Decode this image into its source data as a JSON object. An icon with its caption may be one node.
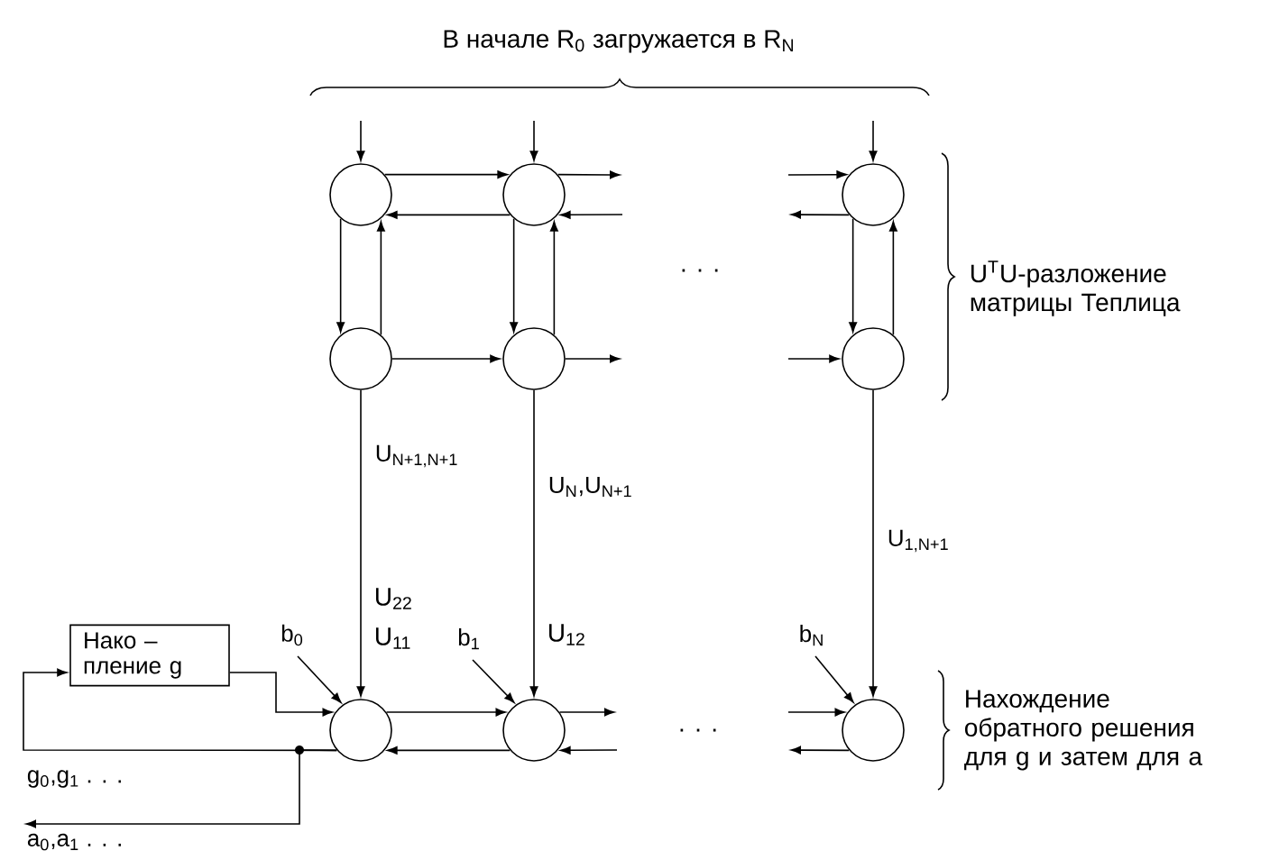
{
  "diagram": {
    "nodes": [
      {
        "text": [],
        "shape": "circle"
      },
      {
        "text": [],
        "shape": "circle"
      },
      {
        "text": [],
        "shape": "circle"
      },
      {
        "text": [],
        "shape": "circle"
      },
      {
        "text": [],
        "shape": "circle"
      },
      {
        "text": [],
        "shape": "circle"
      },
      {
        "text": [],
        "shape": "circle"
      },
      {
        "text": [],
        "shape": "circle"
      },
      {
        "text": [],
        "shape": "circle"
      },
      {
        "text": [
          "Нако – пление g"
        ]
      }
    ],
    "edges": [
      {
        "from": null,
        "to": 0,
        "arrow": "to"
      },
      {
        "from": null,
        "to": 1,
        "arrow": "to"
      },
      {
        "from": null,
        "to": 2,
        "arrow": "to"
      },
      {
        "from": 0,
        "to": 1,
        "arrow": "to"
      },
      {
        "from": 1,
        "to": 0,
        "arrow": "to"
      },
      {
        "from": 1,
        "to": null,
        "arrow": "to"
      },
      {
        "from": null,
        "to": 1,
        "arrow": "to"
      },
      {
        "from": null,
        "to": 2,
        "arrow": "to"
      },
      {
        "from": 2,
        "to": null,
        "arrow": "to"
      },
      {
        "from": 0,
        "to": 3,
        "arrow": "to"
      },
      {
        "from": 3,
        "to": 0,
        "arrow": "to"
      },
      {
        "from": 1,
        "to": 4,
        "arrow": "to"
      },
      {
        "from": 4,
        "to": 1,
        "arrow": "to"
      },
      {
        "from": 2,
        "to": 5,
        "arrow": "to"
      },
      {
        "from": 5,
        "to": 2,
        "arrow": "to"
      },
      {
        "from": 3,
        "to": 4,
        "arrow": "to"
      },
      {
        "from": 4,
        "to": null,
        "arrow": "to"
      },
      {
        "from": null,
        "to": 5,
        "arrow": "to"
      },
      {
        "from": 3,
        "to": 6,
        "arrow": "to",
        "label": "U$_{N+1,N+1}$"
      },
      {
        "from": 4,
        "to": 7,
        "arrow": "to",
        "label": "U$_{N}$,U$_{N+1}$"
      },
      {
        "from": 5,
        "to": 8,
        "arrow": "to",
        "label": "U$_{1,N+1}$"
      },
      {
        "from": null,
        "to": 6,
        "arrow": "to",
        "label": "b$_{0}$"
      },
      {
        "from": null,
        "to": 7,
        "arrow": "to",
        "label": "b$_{1}$"
      },
      {
        "from": null,
        "to": 8,
        "arrow": "to",
        "label": "b$_{N}$"
      },
      {
        "from": 6,
        "to": 7,
        "arrow": "to"
      },
      {
        "from": 7,
        "to": 6,
        "arrow": "to"
      },
      {
        "from": 7,
        "to": null,
        "arrow": "to"
      },
      {
        "from": null,
        "to": 7,
        "arrow": "to"
      },
      {
        "from": null,
        "to": 8,
        "arrow": "to"
      },
      {
        "from": 8,
        "to": null,
        "arrow": "to"
      },
      {
        "from": 6,
        "to": 9,
        "arrow": "to",
        "label": "g$_{0}$,g$_{1}$ . . ."
      },
      {
        "from": 9,
        "to": 6,
        "arrow": "to"
      },
      {
        "from": 6,
        "to": null,
        "arrow": "to",
        "label": "a$_{0}$,a$_{1}$ . . ."
      }
    ],
    "labels": [
      "В начале R$_{0}$ загружается в R$_{N}$",
      ". . .",
      "U$^{T}$U-разложение матрицы Теплица",
      "U$_{22}$",
      "U$_{11}$",
      "U$_{12}$",
      ". . .",
      "Нахождение обратного решения для g  и затем для a"
    ]
  }
}
